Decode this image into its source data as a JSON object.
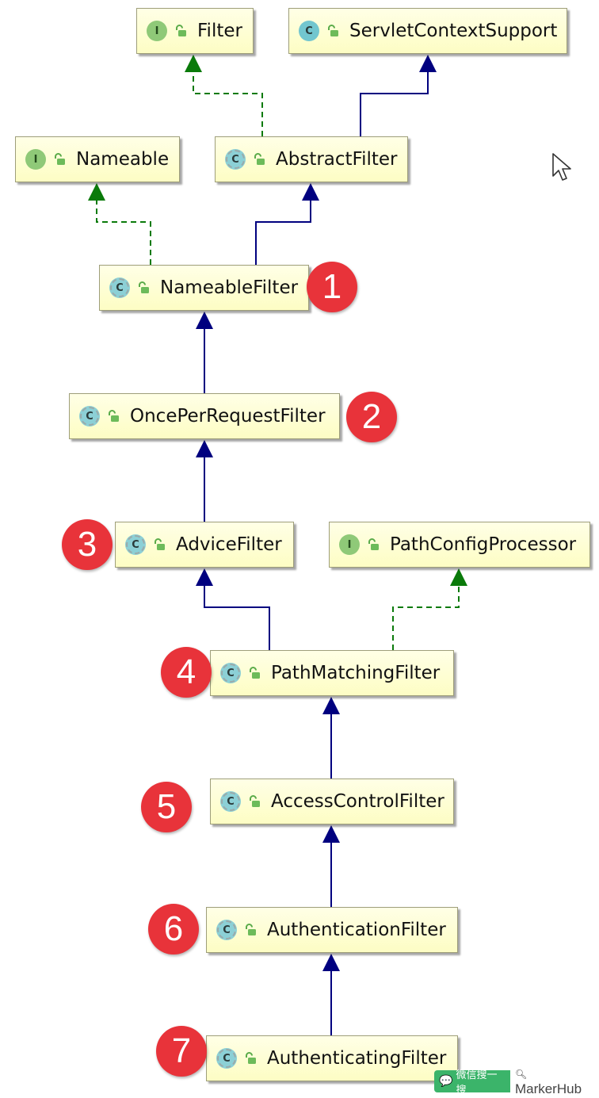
{
  "nodes": [
    {
      "id": "filter",
      "label": "Filter",
      "kind": "interface",
      "kind_letter": "I"
    },
    {
      "id": "servletcontextsupport",
      "label": "ServletContextSupport",
      "kind": "class",
      "kind_letter": "C"
    },
    {
      "id": "nameable",
      "label": "Nameable",
      "kind": "interface",
      "kind_letter": "I"
    },
    {
      "id": "abstractfilter",
      "label": "AbstractFilter",
      "kind": "abstract",
      "kind_letter": "C"
    },
    {
      "id": "nameablefilter",
      "label": "NameableFilter",
      "kind": "abstract",
      "kind_letter": "C"
    },
    {
      "id": "onceperrequestfilter",
      "label": "OncePerRequestFilter",
      "kind": "abstract",
      "kind_letter": "C"
    },
    {
      "id": "advicefilter",
      "label": "AdviceFilter",
      "kind": "abstract",
      "kind_letter": "C"
    },
    {
      "id": "pathconfigprocessor",
      "label": "PathConfigProcessor",
      "kind": "interface",
      "kind_letter": "I"
    },
    {
      "id": "pathmatchingfilter",
      "label": "PathMatchingFilter",
      "kind": "abstract",
      "kind_letter": "C"
    },
    {
      "id": "accesscontrolfilter",
      "label": "AccessControlFilter",
      "kind": "abstract",
      "kind_letter": "C"
    },
    {
      "id": "authenticationfilter",
      "label": "AuthenticationFilter",
      "kind": "abstract",
      "kind_letter": "C"
    },
    {
      "id": "authenticatingfilter",
      "label": "AuthenticatingFilter",
      "kind": "abstract",
      "kind_letter": "C"
    }
  ],
  "edges": [
    {
      "from": "abstractfilter",
      "to": "filter",
      "type": "implements"
    },
    {
      "from": "abstractfilter",
      "to": "servletcontextsupport",
      "type": "extends"
    },
    {
      "from": "nameablefilter",
      "to": "nameable",
      "type": "implements"
    },
    {
      "from": "nameablefilter",
      "to": "abstractfilter",
      "type": "extends"
    },
    {
      "from": "onceperrequestfilter",
      "to": "nameablefilter",
      "type": "extends"
    },
    {
      "from": "advicefilter",
      "to": "onceperrequestfilter",
      "type": "extends"
    },
    {
      "from": "pathmatchingfilter",
      "to": "advicefilter",
      "type": "extends"
    },
    {
      "from": "pathmatchingfilter",
      "to": "pathconfigprocessor",
      "type": "implements"
    },
    {
      "from": "accesscontrolfilter",
      "to": "pathmatchingfilter",
      "type": "extends"
    },
    {
      "from": "authenticationfilter",
      "to": "accesscontrolfilter",
      "type": "extends"
    },
    {
      "from": "authenticatingfilter",
      "to": "authenticationfilter",
      "type": "extends"
    }
  ],
  "badges": [
    {
      "label": "1",
      "node": "nameablefilter"
    },
    {
      "label": "2",
      "node": "onceperrequestfilter"
    },
    {
      "label": "3",
      "node": "advicefilter"
    },
    {
      "label": "4",
      "node": "pathmatchingfilter"
    },
    {
      "label": "5",
      "node": "accesscontrolfilter"
    },
    {
      "label": "6",
      "node": "authenticationfilter"
    },
    {
      "label": "7",
      "node": "authenticatingfilter"
    }
  ],
  "colors": {
    "extends": "#00007f",
    "implements": "#0a7a0a",
    "badge": "#e8333a",
    "node_fill": "#fdfdc4"
  },
  "watermark": {
    "prefix": "微信搜一搜",
    "name": "MarkerHub"
  }
}
